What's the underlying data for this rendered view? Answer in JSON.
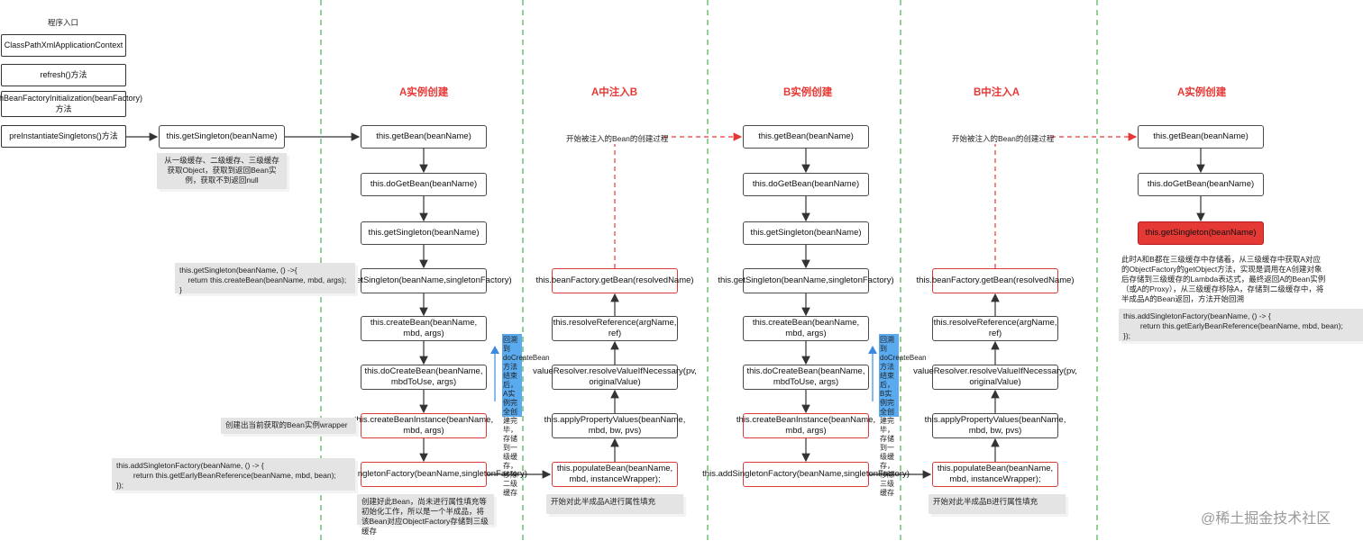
{
  "entry": {
    "title": "程序入口",
    "items": [
      "ClassPathXmlApplicationContext",
      "refresh()方法",
      "finishBeanFactoryInitialization(beanFactory)方法",
      "preInstantiateSingletons()方法"
    ]
  },
  "get_singleton_first": "this.getSingleton(beanName)",
  "get_singleton_note": "从一级缓存、二级缓存、三级缓存获取Object，获取到返回Bean实例，获取不到返回null",
  "columns": [
    {
      "heading": "A实例创建"
    },
    {
      "heading": "A中注入B"
    },
    {
      "heading": "B实例创建"
    },
    {
      "heading": "B中注入A"
    },
    {
      "heading": "A实例创建"
    }
  ],
  "create_chain": [
    "this.getBean(beanName)",
    "this.doGetBean(beanName)",
    "this.getSingleton(beanName)",
    "this.getSingleton(beanName,singletonFactory)",
    "this.createBean(beanName, mbd, args)",
    "this.doCreateBean(beanName, mbdToUse, args)",
    "this.createBeanInstance(beanName, mbd, args)",
    "this.addSingletonFactory(beanName,singletonFactory)"
  ],
  "inject_chain": [
    "this.beanFactory.getBean(resolvedName)",
    "this.resolveReference(argName, ref)",
    "valueResolver.resolveValueIfNecessary(pv, originalValue)",
    "this.applyPropertyValues(beanName, mbd, bw, pvs)",
    "this.populateBean(beanName, mbd, instanceWrapper);"
  ],
  "final_chain": [
    "this.getBean(beanName)",
    "this.doGetBean(beanName)",
    "this.getSingleton(beanName)"
  ],
  "notes": {
    "lambda_create": "this.getSingleton(beanName, () ->{\n    return this.createBean(beanName, mbd, args);\n}",
    "create_wrapper": "创建出当前获取的Bean实例wrapper",
    "add_factory_code": "this.addSingletonFactory(beanName, () -> {\n        return this.getEarlyBeanReference(beanName, mbd, bean);\n});",
    "early_exposure": "创建好此Bean，尚未进行属性填充等初始化工作，所以是一个半成品，将该Bean对应ObjectFactory存储到三级缓存",
    "fill_a": "开始对此半成品A进行属性填充",
    "fill_b": "开始对此半成品B进行属性填充",
    "back_a": "回溯到doCreateBean方法结束后，A实例完全创建完毕，存储到一级缓存，移除二级缓存",
    "back_b": "回溯到doCreateBean方法结束后，B实例完全创建完毕，存储到一级缓存，移除三级缓存",
    "start_inject": "开始被注入的Bean的创建过程",
    "final_desc": "此时A和B都在三级缓存中存储着，从三级缓存中获取A对应的ObjectFactory的getObject方法，实现是调用在A创建对象后存储到三级缓存的Lambda表达式，最终返回A的Bean实例（或A的Proxy），从三级缓存移除A，存储到二级缓存中，将半成品A的Bean返回，方法开始回溯",
    "final_code": "this.addSingletonFactory(beanName, () -> {\n        return this.getEarlyBeanReference(beanName, mbd, bean);\n});"
  },
  "watermark": "@稀土掘金技术社区",
  "colors": {
    "accent_red": "#e53935",
    "blue_note": "#5aaaf0",
    "lane_divider": "#4caf50",
    "dashed_arrow": "#e53935"
  }
}
